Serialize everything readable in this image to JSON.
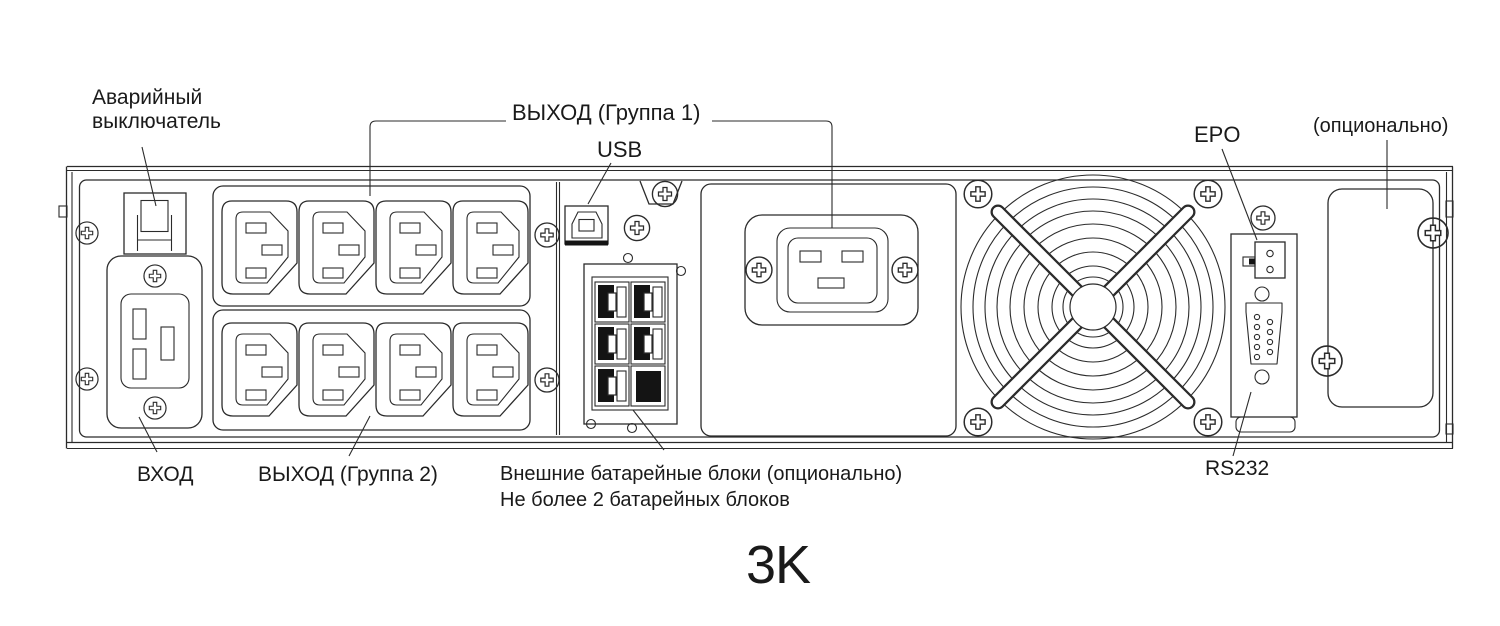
{
  "diagram_title": "UPS rear panel diagram",
  "labels": {
    "emergency_line1": "Аварийный",
    "emergency_line2": "выключатель",
    "output_group1": "ВЫХОД (Группа 1)",
    "usb": "USB",
    "epo": "EPO",
    "optional": "(опционально)",
    "input": "ВХОД",
    "output_group2": "ВЫХОД (Группа 2)",
    "battery_note_line1": "Внешние батарейные блоки (опционально)",
    "battery_note_line2": "Не более 2 батарейных блоков",
    "rs232": "RS232",
    "model": "3K"
  },
  "colors": {
    "background": "#ffffff",
    "line": "#2b2b2b",
    "text": "#1a1a1a",
    "connector_fill": "#141414"
  }
}
